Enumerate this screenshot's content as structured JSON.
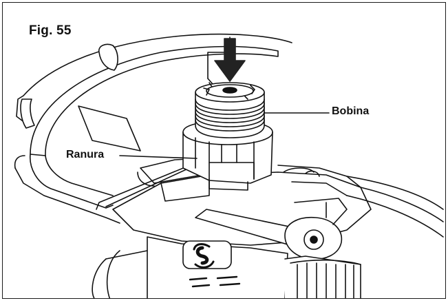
{
  "figure": {
    "label": "Fig. 55"
  },
  "callouts": {
    "bobina": "Bobina",
    "ranura": "Ranura"
  },
  "colors": {
    "line": "#111111",
    "dark": "#222222",
    "fill": "#ffffff"
  }
}
